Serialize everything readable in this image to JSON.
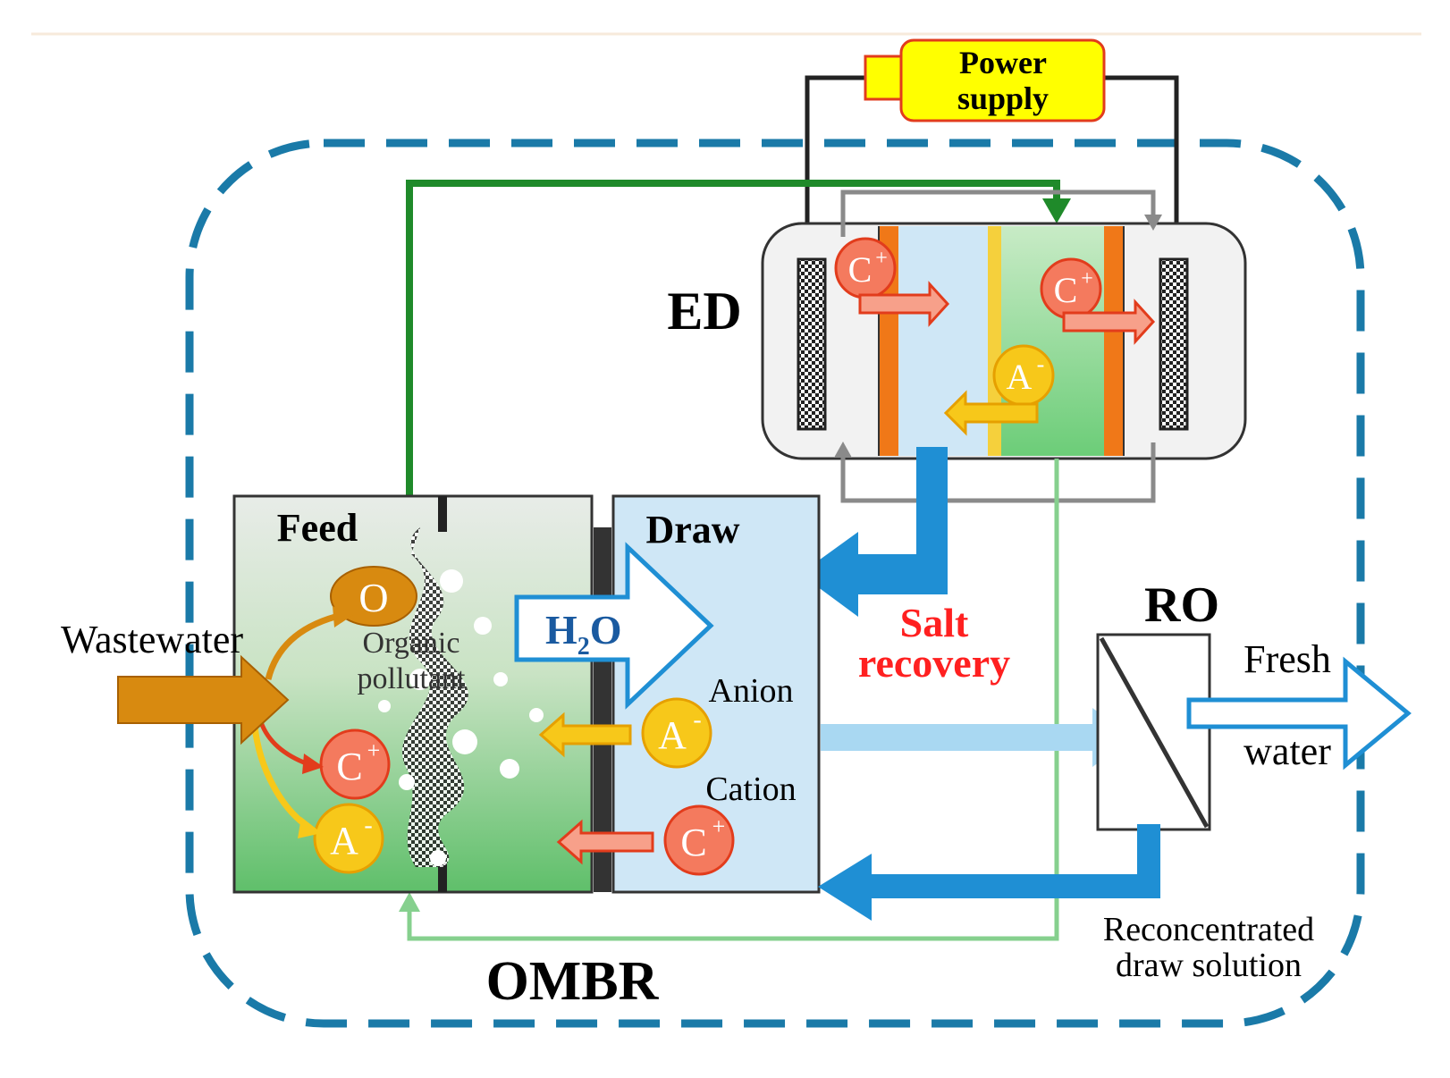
{
  "labels": {
    "power_supply_line1": "Power",
    "power_supply_line2": "supply",
    "ed": "ED",
    "feed": "Feed",
    "draw": "Draw",
    "ro": "RO",
    "wastewater": "Wastewater",
    "organic_line1": "Organic",
    "organic_line2": "pollutant",
    "h2o_main": "H",
    "h2o_sub": "2",
    "h2o_end": "O",
    "anion": "Anion",
    "cation": "Cation",
    "salt_line1": "Salt",
    "salt_line2": "recovery",
    "fresh": "Fresh",
    "water": "water",
    "reconc_line1": "Reconcentrated",
    "reconc_line2": "draw solution",
    "ombr": "OMBR"
  },
  "ions": {
    "cation": "C",
    "anion": "A",
    "organic": "O",
    "plus": "+",
    "minus": "-"
  },
  "colors": {
    "dashed_boundary": "#1a7aa8",
    "green_loop": "#1f8a2a",
    "light_green_loop": "#86d08e",
    "blue_flow": "#1f8fd4",
    "light_blue_flow": "#a9d8f2",
    "cation_fill": "#f47a5e",
    "anion_fill": "#f7c81a",
    "organic_fill": "#d88a10",
    "wastewater_arrow": "#d88a10",
    "salt_text": "#ff2020",
    "power_fill": "#ffff00",
    "membrane_orange": "#f07818"
  }
}
